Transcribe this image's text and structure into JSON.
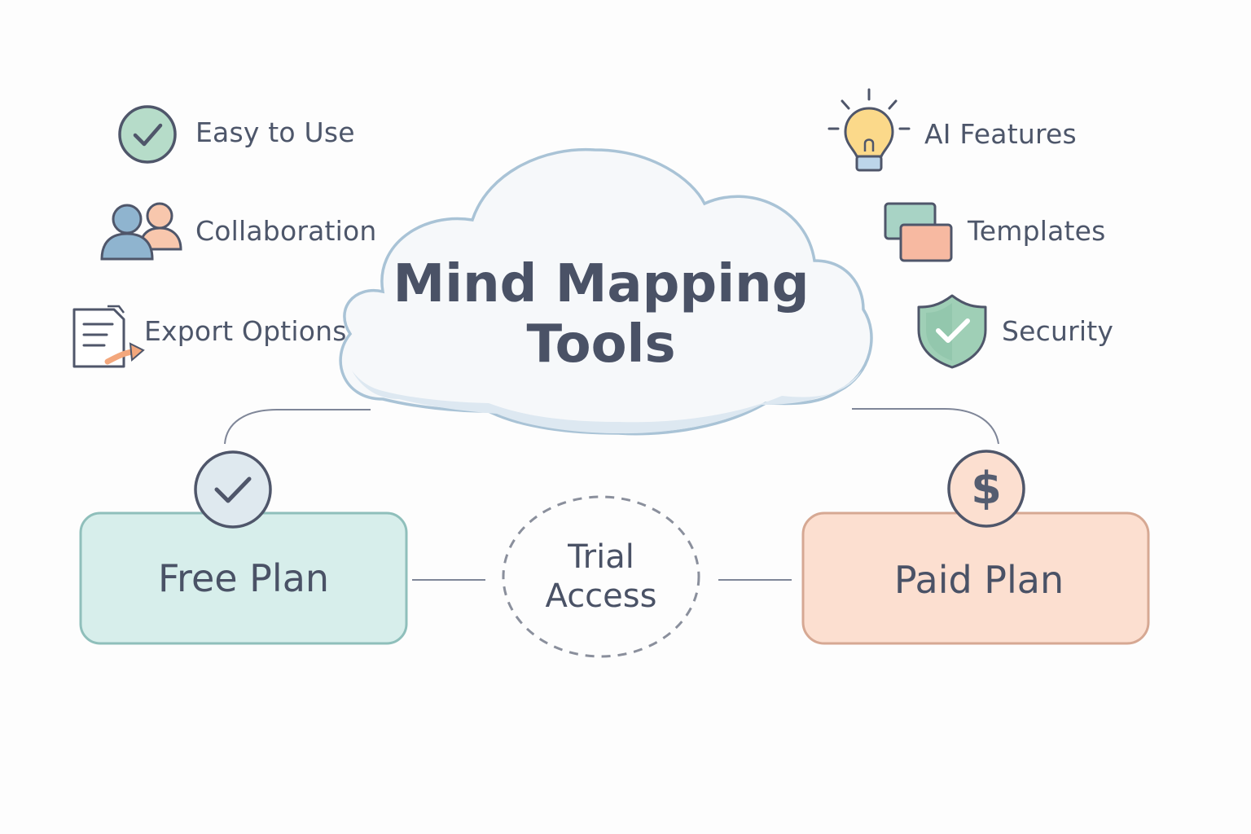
{
  "title": {
    "line1": "Mind Mapping",
    "line2": "Tools"
  },
  "features_left": [
    {
      "label": "Easy to Use",
      "icon": "check-circle-icon"
    },
    {
      "label": "Collaboration",
      "icon": "users-icon"
    },
    {
      "label": "Export Options",
      "icon": "export-document-icon"
    }
  ],
  "features_right": [
    {
      "label": "AI Features",
      "icon": "lightbulb-icon"
    },
    {
      "label": "Templates",
      "icon": "templates-icon"
    },
    {
      "label": "Security",
      "icon": "shield-check-icon"
    }
  ],
  "plans": {
    "free": {
      "label": "Free Plan",
      "icon": "check-circle-icon",
      "color": "#d7eeeb"
    },
    "trial": {
      "line1": "Trial",
      "line2": "Access"
    },
    "paid": {
      "label": "Paid Plan",
      "icon": "dollar-icon",
      "symbol": "$",
      "color": "#fcdfd0"
    }
  },
  "colors": {
    "text": "#4a5266",
    "cloud_fill": "#f6f8fa",
    "cloud_stroke": "#a9c3d6",
    "free_stroke": "#8fbfbb",
    "paid_stroke": "#d6a893",
    "green": "#b6dcc9",
    "peach": "#f8c7ad",
    "blue_user": "#8fb4cf",
    "yellow": "#fbd98a"
  }
}
